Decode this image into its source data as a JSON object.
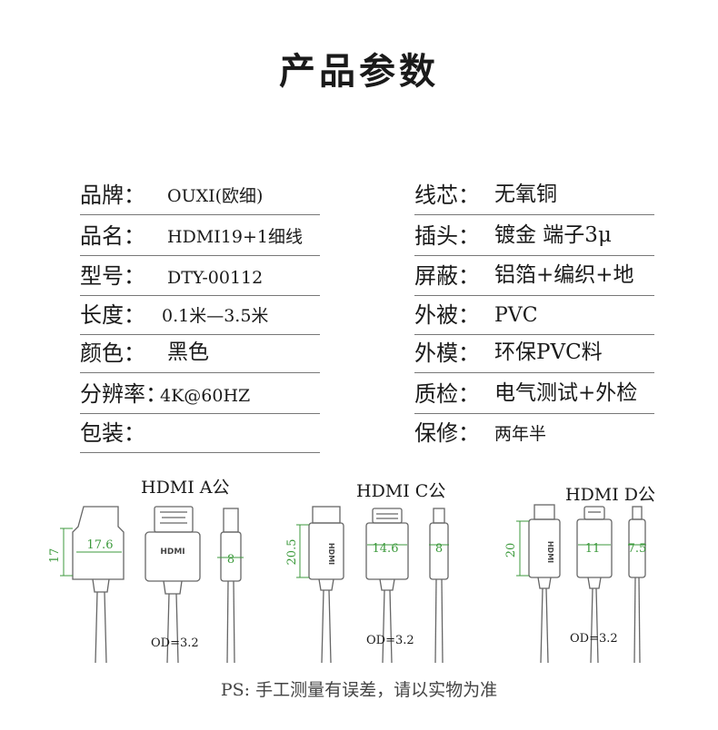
{
  "title": "产品参数",
  "left_specs": [
    {
      "label": "品牌：",
      "value": "OUXI(欧细)"
    },
    {
      "label": "品名：",
      "value": "HDMI19+1细线"
    },
    {
      "label": "型号：",
      "value": "DTY-00112"
    },
    {
      "label": "长度：",
      "value": "0.1米—3.5米"
    },
    {
      "label": "颜色：",
      "value": "黑色"
    },
    {
      "label": "分辨率：",
      "value": "4K@60HZ"
    },
    {
      "label": "包装：",
      "value": ""
    }
  ],
  "right_specs": [
    {
      "label": "线芯：",
      "value": "无氧铜"
    },
    {
      "label": "插头：",
      "value": "镀金 端子3μ"
    },
    {
      "label": "屏蔽：",
      "value": "铝箔+编织+地"
    },
    {
      "label": "外被：",
      "value": "PVC"
    },
    {
      "label": "外模：",
      "value": "环保PVC料"
    },
    {
      "label": "质检：",
      "value": "电气测试+外检"
    },
    {
      "label": "保修：",
      "value": "两年半"
    }
  ],
  "connectors": [
    {
      "name": "HDMI A公",
      "height": "17",
      "width": "17.6",
      "thickness": "8",
      "od": "OD=3.2",
      "logo": "HDMI"
    },
    {
      "name": "HDMI C公",
      "height": "20.5",
      "width": "14.6",
      "thickness": "8",
      "od": "OD=3.2",
      "logo": "HDMI"
    },
    {
      "name": "HDMI D公",
      "height": "20",
      "width": "11",
      "thickness": "7.5",
      "od": "OD=3.2",
      "logo": "HDMI"
    }
  ],
  "note": "PS: 手工测量有误差，请以实物为准",
  "colors": {
    "dimension": "#3c9a3c",
    "line": "#777777"
  }
}
